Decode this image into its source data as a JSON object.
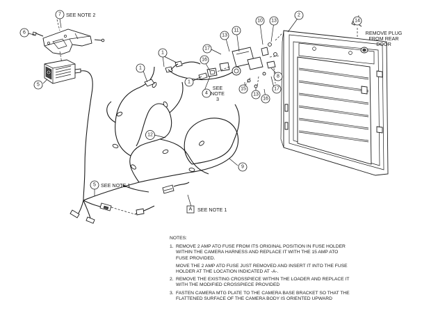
{
  "callouts": {
    "c1": "1",
    "c2": "2",
    "c4": "4",
    "c5": "5",
    "c6": "6",
    "c7": "7",
    "c8": "8",
    "c9": "9",
    "c10": "10",
    "c11": "11",
    "c12": "12",
    "c13": "13",
    "c14": "14",
    "c15": "15",
    "c16": "16",
    "c17": "17",
    "cA": "A"
  },
  "labels": {
    "see_note_2": "SEE NOTE 2",
    "see_note_1": "SEE NOTE 1",
    "see": "SEE",
    "note": "NOTE",
    "note_num_3": "3",
    "remove_plug_1": "REMOVE PLUG",
    "remove_plug_2": "FROM REAR",
    "remove_plug_3": "DOOR"
  },
  "notes": {
    "heading": "NOTES:",
    "n1_num": "1.",
    "n1_text": "REMOVE 2 AMP ATO FUSE FROM ITS ORIGINAL POSITION IN FUSE HOLDER WITHIN THE CAMERA HARNESS AND REPLACE IT WITH THE 15 AMP ATO FUSE PROVIDED.",
    "n1_para2": "MOVE THE 2 AMP ATO FUSE JUST REMOVED AND INSERT IT INTO THE FUSE HOLDER AT THE LOCATION INDICATED AT -A-.",
    "n2_num": "2.",
    "n2_text": "REMOVE THE EXISTING CROSSPIECE WITHIN THE LOADER AND REPLACE IT WITH THE MODIFIED CROSSPIECE PROVIDED",
    "n3_num": "3.",
    "n3_text": "FASTEN CAMERA MTG PLATE TO THE CAMERA BASE BRACKET SO THAT THE FLATTENED SURFACE OF THE CAMERA BODY IS ORIENTED UPWARD"
  }
}
